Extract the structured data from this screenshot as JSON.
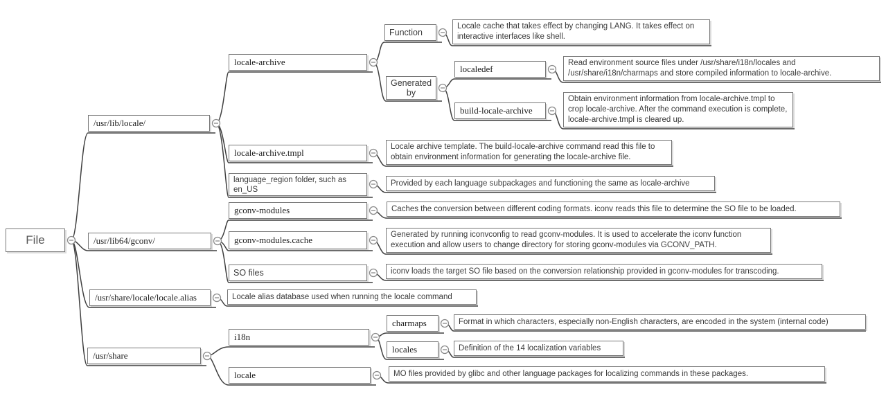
{
  "mindmap": {
    "root": {
      "label": "File"
    },
    "icons": {
      "collapse": "minus-circle"
    },
    "line_color": "#3f3f3f",
    "box_border_color": "#767676",
    "branches": [
      {
        "label": "/usr/lib/locale/",
        "children": [
          {
            "label": "locale-archive",
            "children": [
              {
                "label": "Function",
                "desc": "Locale cache that takes effect by changing LANG. It takes effect on interactive interfaces like shell."
              },
              {
                "label": "Generated by",
                "children": [
                  {
                    "label": "localedef",
                    "desc": "Read environment source files under /usr/share/i18n/locales and /usr/share/i18n/charmaps and store compiled information to locale-archive."
                  },
                  {
                    "label": "build-locale-archive",
                    "desc": "Obtain environment information from locale-archive.tmpl to crop locale-archive. After the command execution is complete, locale-archive.tmpl is cleared up."
                  }
                ]
              }
            ]
          },
          {
            "label": "locale-archive.tmpl",
            "desc": "Locale archive template. The build-locale-archive command read this file to obtain environment information for generating the locale-archive file."
          },
          {
            "label": "language_region folder, such as en_US",
            "desc": "Provided by each language subpackages and functioning the same as locale-archive"
          }
        ]
      },
      {
        "label": "/usr/lib64/gconv/",
        "children": [
          {
            "label": "gconv-modules",
            "desc": "Caches the conversion between different coding formats. iconv reads this file to determine the SO file to be loaded."
          },
          {
            "label": "gconv-modules.cache",
            "desc": "Generated by running iconvconfig to read gconv-modules. It is used to accelerate the iconv function execution and allow users to change directory for storing gconv-modules via GCONV_PATH."
          },
          {
            "label": "SO files",
            "desc": "iconv loads the target SO file based on the conversion relationship provided in gconv-modules for transcoding."
          }
        ]
      },
      {
        "label": "/usr/share/locale/locale.alias",
        "desc": "Locale alias database used when running the locale command"
      },
      {
        "label": "/usr/share",
        "children": [
          {
            "label": "i18n",
            "children": [
              {
                "label": "charmaps",
                "desc": "Format in which characters, especially non-English characters, are encoded in the system (internal code)"
              },
              {
                "label": "locales",
                "desc": "Definition of the 14 localization variables"
              }
            ]
          },
          {
            "label": "locale",
            "desc": "MO files provided by glibc and other language packages for localizing commands in these packages."
          }
        ]
      }
    ]
  }
}
